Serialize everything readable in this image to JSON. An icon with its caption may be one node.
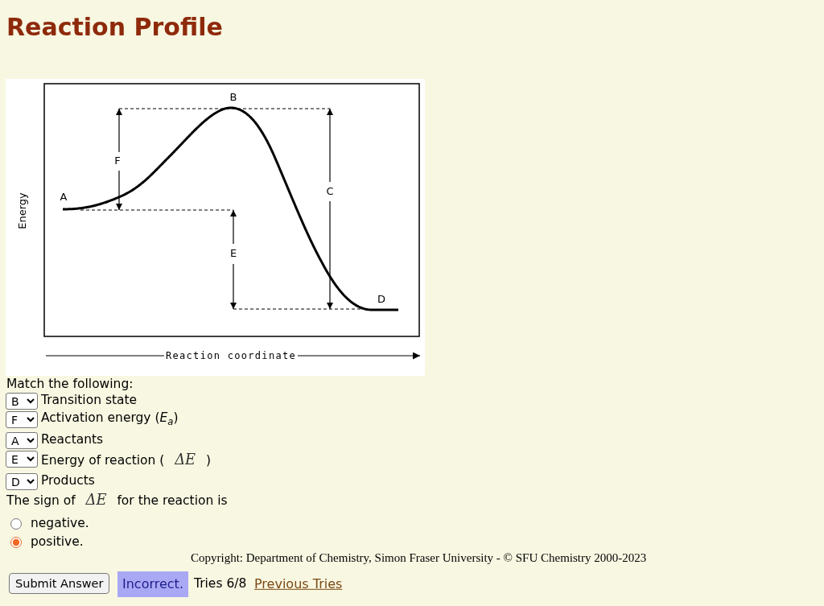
{
  "diagram": {
    "title": "Reaction Profile",
    "labels": [
      "B",
      "F",
      "C",
      "Energy",
      "A",
      "E",
      "D",
      "Reaction coordinate",
      "Match the following:",
      "B",
      "Transition state",
      "F",
      "Activation energy (*E*$_{a}$)",
      "A",
      "Reactants",
      "E",
      "Energy of reaction ( *ΔE* )",
      "D",
      "Products",
      "The sign of *ΔE* for the reaction is",
      "negative.",
      "positive.",
      "Copyright: Department of Chemistry, Simon Fraser University - © SFU Chemistry 2000-2023",
      "Submit Answer",
      "Incorrect.",
      "Tries 6/8",
      "Previous Tries"
    ]
  }
}
